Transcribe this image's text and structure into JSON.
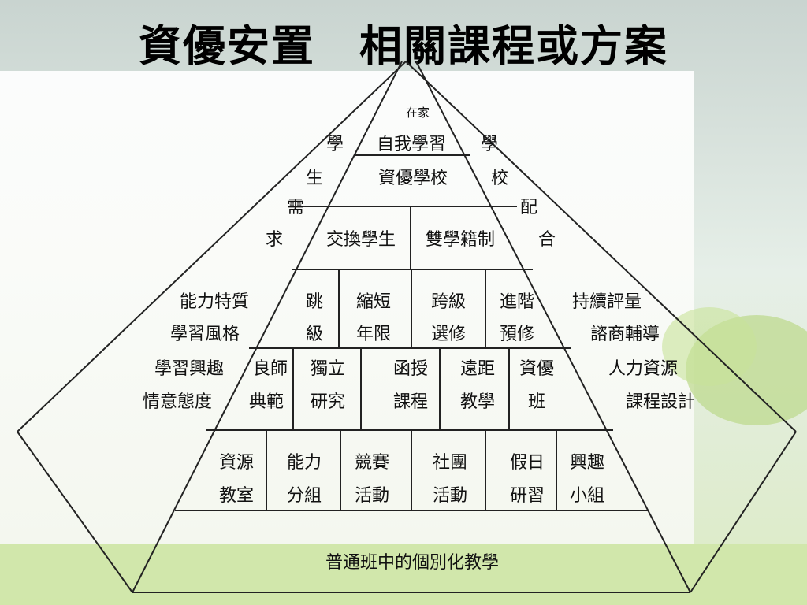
{
  "title": "資優安置　相關課程或方案",
  "pyramid": {
    "apex_small": "在家",
    "apex": "自我學習",
    "school": "資優學校",
    "row_exchange": [
      "交換學生",
      "雙學籍制"
    ],
    "row_grade": [
      [
        "跳",
        "級"
      ],
      [
        "縮短",
        "年限"
      ],
      [
        "跨級",
        "選修"
      ],
      [
        "進階",
        "預修"
      ]
    ],
    "row_study": [
      [
        "良師",
        "典範"
      ],
      [
        "獨立",
        "研究"
      ],
      [
        "函授",
        "課程"
      ],
      [
        "遠距",
        "教學"
      ],
      [
        "資優",
        "班"
      ]
    ],
    "row_class": [
      [
        "資源",
        "教室"
      ],
      [
        "能力",
        "分組"
      ],
      [
        "競賽",
        "活動"
      ],
      [
        "社團",
        "活動"
      ],
      [
        "假日",
        "研習"
      ],
      [
        "興趣",
        "小組"
      ]
    ],
    "base": "普通班中的個別化教學"
  },
  "left_side": {
    "student_need": [
      "學",
      "生",
      "需",
      "求"
    ],
    "traits": [
      "能力特質",
      "學習風格",
      "學習興趣",
      "情意態度"
    ]
  },
  "right_side": {
    "school_support": [
      "學",
      "校",
      "配",
      "合"
    ],
    "items": [
      "持續評量",
      "諮商輔導",
      "人力資源",
      "課程設計"
    ]
  }
}
